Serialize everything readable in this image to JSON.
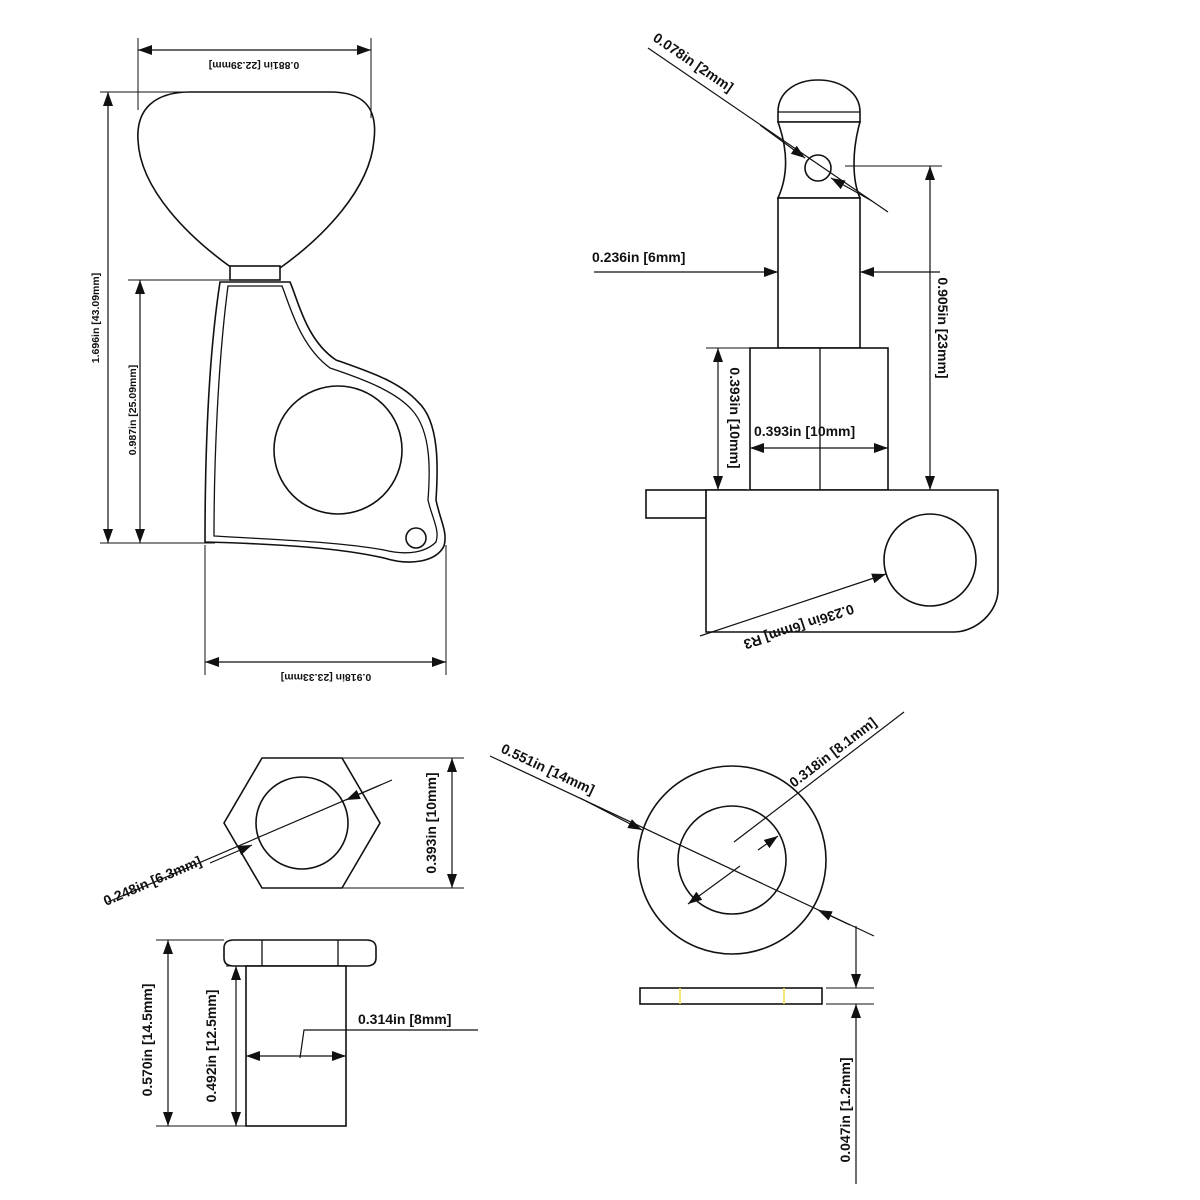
{
  "labels": {
    "key_width": "0.881in [22.39mm]",
    "total_height": "1.696in [43.09mm]",
    "body_height": "0.987in [25.09mm]",
    "base_width": "0.918in [23.33mm]",
    "string_hole": "0.078in [2mm]",
    "post_diameter": "0.236in [6mm]",
    "post_height": "0.905in [23mm]",
    "bushing_height": "0.393in [10mm]",
    "bushing_diameter": "0.393in [10mm]",
    "mount_hole": "0.236in [6mm] R3",
    "nut_bore": "0.248in [6.3mm]",
    "nut_height": "0.393in [10mm]",
    "ferrule_total": "0.570in [14.5mm]",
    "ferrule_shank": "0.492in [12.5mm]",
    "ferrule_diameter": "0.314in [8mm]",
    "washer_outer": "0.551in [14mm]",
    "washer_inner": "0.318in [8.1mm]",
    "washer_thickness": "0.047in [1.2mm]"
  },
  "colors": {
    "ink": "#111111",
    "accent_mark": "#f2e04a"
  }
}
